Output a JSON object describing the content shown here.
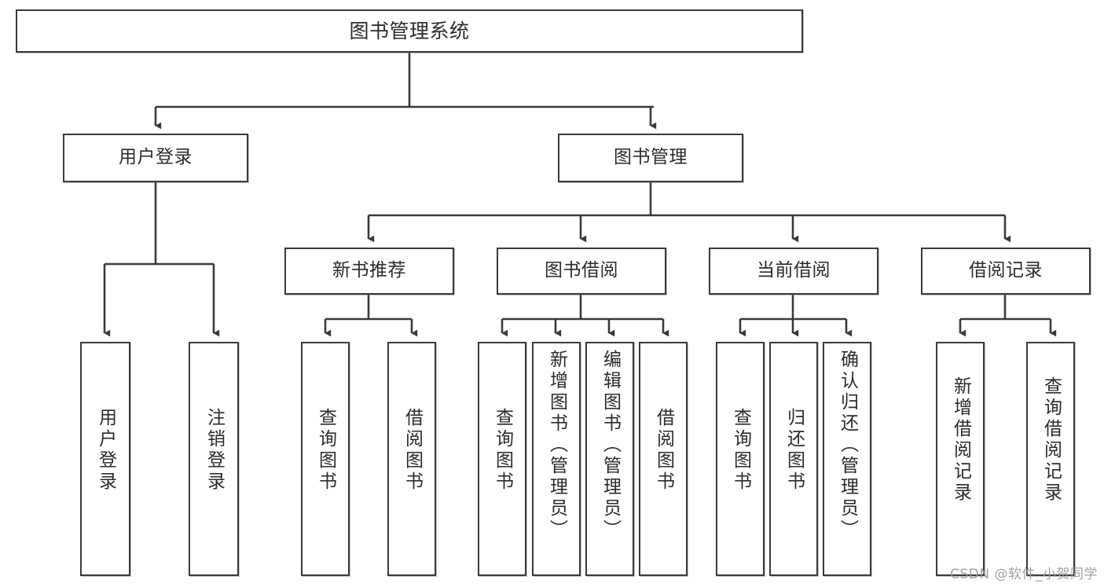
{
  "diagram": {
    "type": "tree-hierarchy",
    "title": "图书管理系统",
    "watermark": "CSDN @软件_小贺同学",
    "colors": {
      "box_border": "#3a3a3a",
      "box_fill": "#ffffff",
      "connector": "#3a3a3a",
      "text": "#2b2b2b",
      "watermark": "#9a9a9a",
      "background": "#ffffff"
    },
    "root": {
      "label": "图书管理系统"
    },
    "level1": [
      {
        "id": "user-login",
        "label": "用户登录"
      },
      {
        "id": "book-management",
        "label": "图书管理"
      }
    ],
    "level2": [
      {
        "id": "new-book-recommend",
        "label": "新书推荐",
        "parent": "book-management"
      },
      {
        "id": "book-borrow",
        "label": "图书借阅",
        "parent": "book-management"
      },
      {
        "id": "current-borrow",
        "label": "当前借阅",
        "parent": "book-management"
      },
      {
        "id": "borrow-record",
        "label": "借阅记录",
        "parent": "book-management"
      }
    ],
    "leaves": [
      {
        "id": "leaf-user-login",
        "label": "用户登录",
        "parent": "user-login"
      },
      {
        "id": "leaf-logout-login",
        "label": "注销登录",
        "parent": "user-login"
      },
      {
        "id": "leaf-query-book-1",
        "label": "查询图书",
        "parent": "new-book-recommend"
      },
      {
        "id": "leaf-borrow-book-1",
        "label": "借阅图书",
        "parent": "new-book-recommend"
      },
      {
        "id": "leaf-query-book-2",
        "label": "查询图书",
        "parent": "book-borrow"
      },
      {
        "id": "leaf-add-book",
        "label": "新增图书（管理员）",
        "parent": "book-borrow"
      },
      {
        "id": "leaf-edit-book",
        "label": "编辑图书（管理员）",
        "parent": "book-borrow"
      },
      {
        "id": "leaf-borrow-book-2",
        "label": "借阅图书",
        "parent": "book-borrow"
      },
      {
        "id": "leaf-query-book-3",
        "label": "查询图书",
        "parent": "current-borrow"
      },
      {
        "id": "leaf-return-book",
        "label": "归还图书",
        "parent": "current-borrow"
      },
      {
        "id": "leaf-confirm-return",
        "label": "确认归还（管理员）",
        "parent": "current-borrow"
      },
      {
        "id": "leaf-add-record",
        "label": "新增借阅记录",
        "parent": "borrow-record"
      },
      {
        "id": "leaf-query-record",
        "label": "查询借阅记录",
        "parent": "borrow-record"
      }
    ]
  }
}
